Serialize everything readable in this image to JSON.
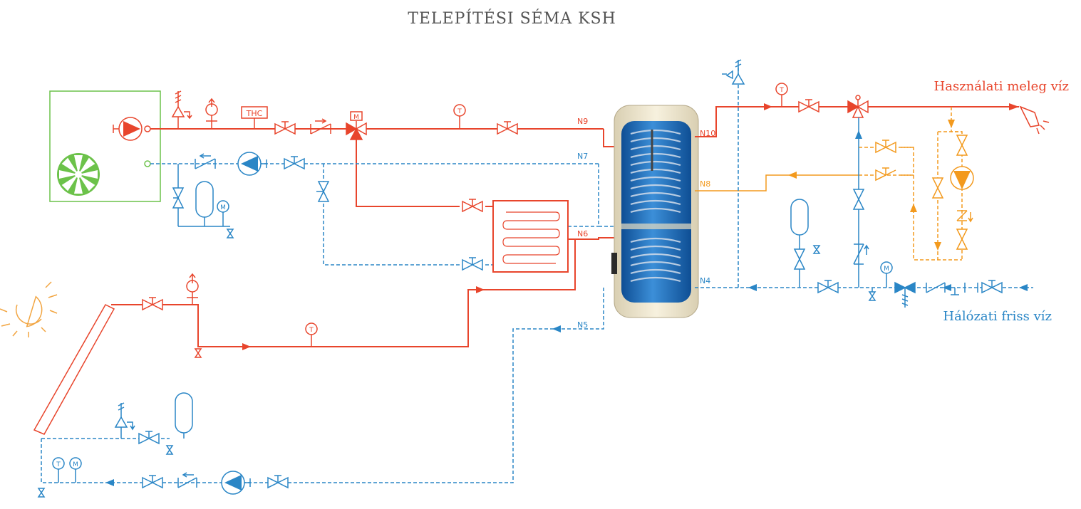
{
  "title": "TELEPÍTÉSI SÉMA KSH",
  "labels": {
    "hot_water": "Használati meleg víz",
    "fresh_water": "Hálózati friss víz",
    "thc": "THC",
    "n4": "N4",
    "n5": "N5",
    "n6": "N6",
    "n7": "N7",
    "n8": "N8",
    "n9": "N9",
    "n10": "N10",
    "t": "T",
    "m": "M"
  },
  "colors": {
    "hot": "#e8452c",
    "cold": "#2a86c6",
    "circ": "#f39a1e",
    "green": "#6cc24a",
    "sun": "#f2a541",
    "tank_blue": "#1f6bb5",
    "tank_cream": "#f3ecd6"
  }
}
